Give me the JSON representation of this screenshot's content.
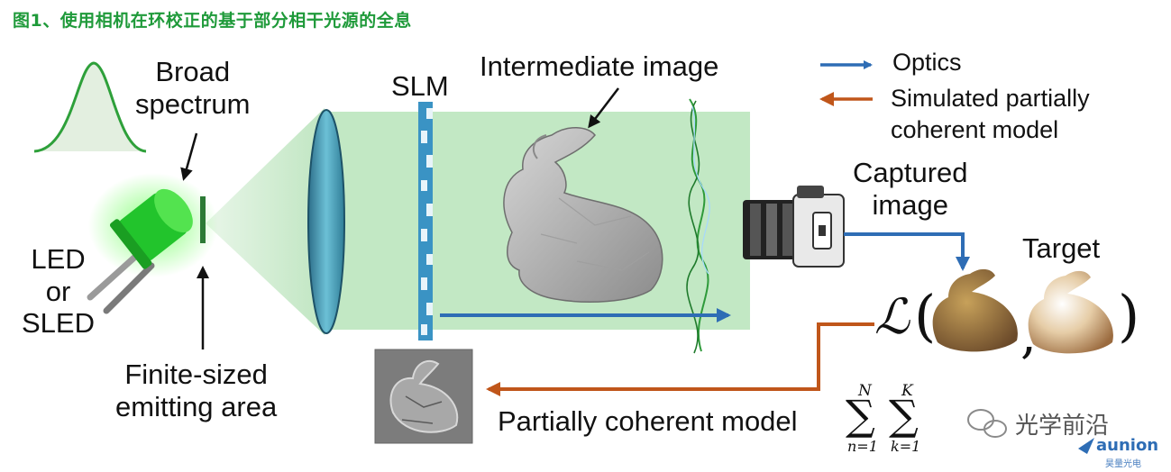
{
  "caption": "图1、使用相机在环校正的基于部分相干光源的全息",
  "labels": {
    "broad_spectrum": [
      "Broad",
      "spectrum"
    ],
    "source": [
      "LED",
      "or",
      "SLED"
    ],
    "finite_area": [
      "Finite-sized",
      "emitting area"
    ],
    "slm": "SLM",
    "intermediate_image": "Intermediate image",
    "captured_image": [
      "Captured",
      "image"
    ],
    "target": "Target",
    "partial_model": "Partially coherent model"
  },
  "legend": {
    "items": [
      {
        "label": "Optics",
        "color": "#2e6db5"
      },
      {
        "label": "Simulated partially\ncoherent model",
        "color": "#c0561a"
      }
    ]
  },
  "equation": {
    "loss": "ℒ",
    "open_paren": "(",
    "comma": ",",
    "close_paren": ")",
    "sum_symbol": "∑",
    "sum1_upper": "N",
    "sum1_lower": "n=1",
    "sum2_upper": "K",
    "sum2_lower": "k=1"
  },
  "watermark": {
    "text": "光学前沿",
    "brand": "aunion",
    "brand_sub": "昊量光电"
  },
  "colors": {
    "caption": "#1f9a3a",
    "beam": "#bfe6c1",
    "led": "#22c42c",
    "optics_arrow": "#2e6db5",
    "model_arrow": "#c0561a",
    "lens": "#5fb0c8",
    "slm": "#3a93c4"
  }
}
